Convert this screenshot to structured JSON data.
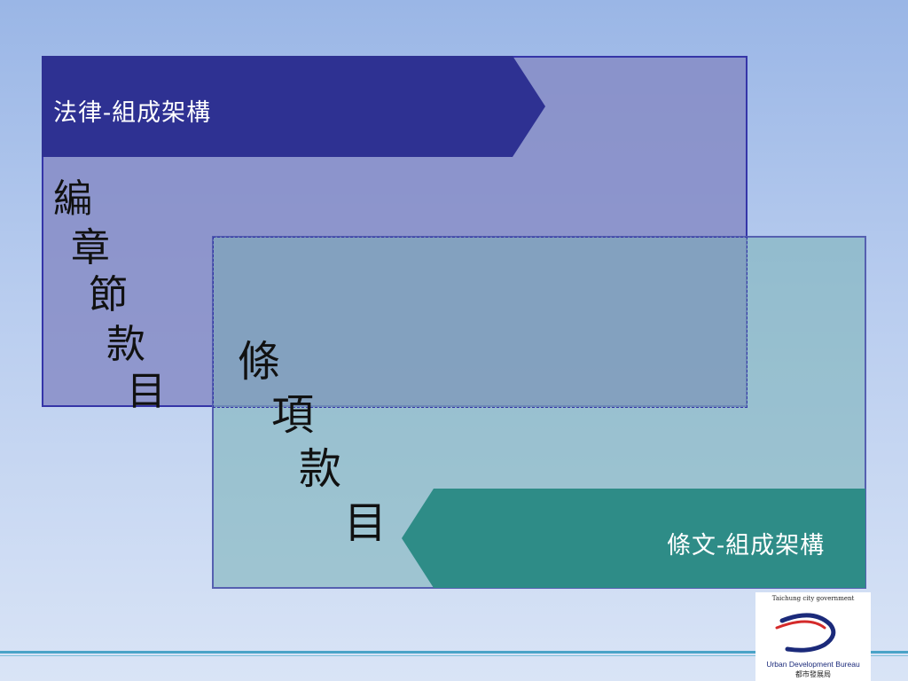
{
  "legal_structure": {
    "title": "法律-組成架構",
    "levels": [
      "編",
      "章",
      "節",
      "款",
      "目"
    ]
  },
  "article_structure": {
    "title": "條文-組成架構",
    "levels": [
      "條",
      "項",
      "款",
      "目"
    ]
  },
  "logo": {
    "top_text": "Taichung city government",
    "english_name": "Urban Development Bureau",
    "chinese_name": "都市發展局",
    "colors": {
      "navy": "#1b2a7a",
      "red": "#d42a2a"
    }
  },
  "colors": {
    "legal_banner": "#2e3192",
    "article_banner": "#2e8c87",
    "legal_box": "#858ac4",
    "article_box": "#7fb4bc"
  }
}
